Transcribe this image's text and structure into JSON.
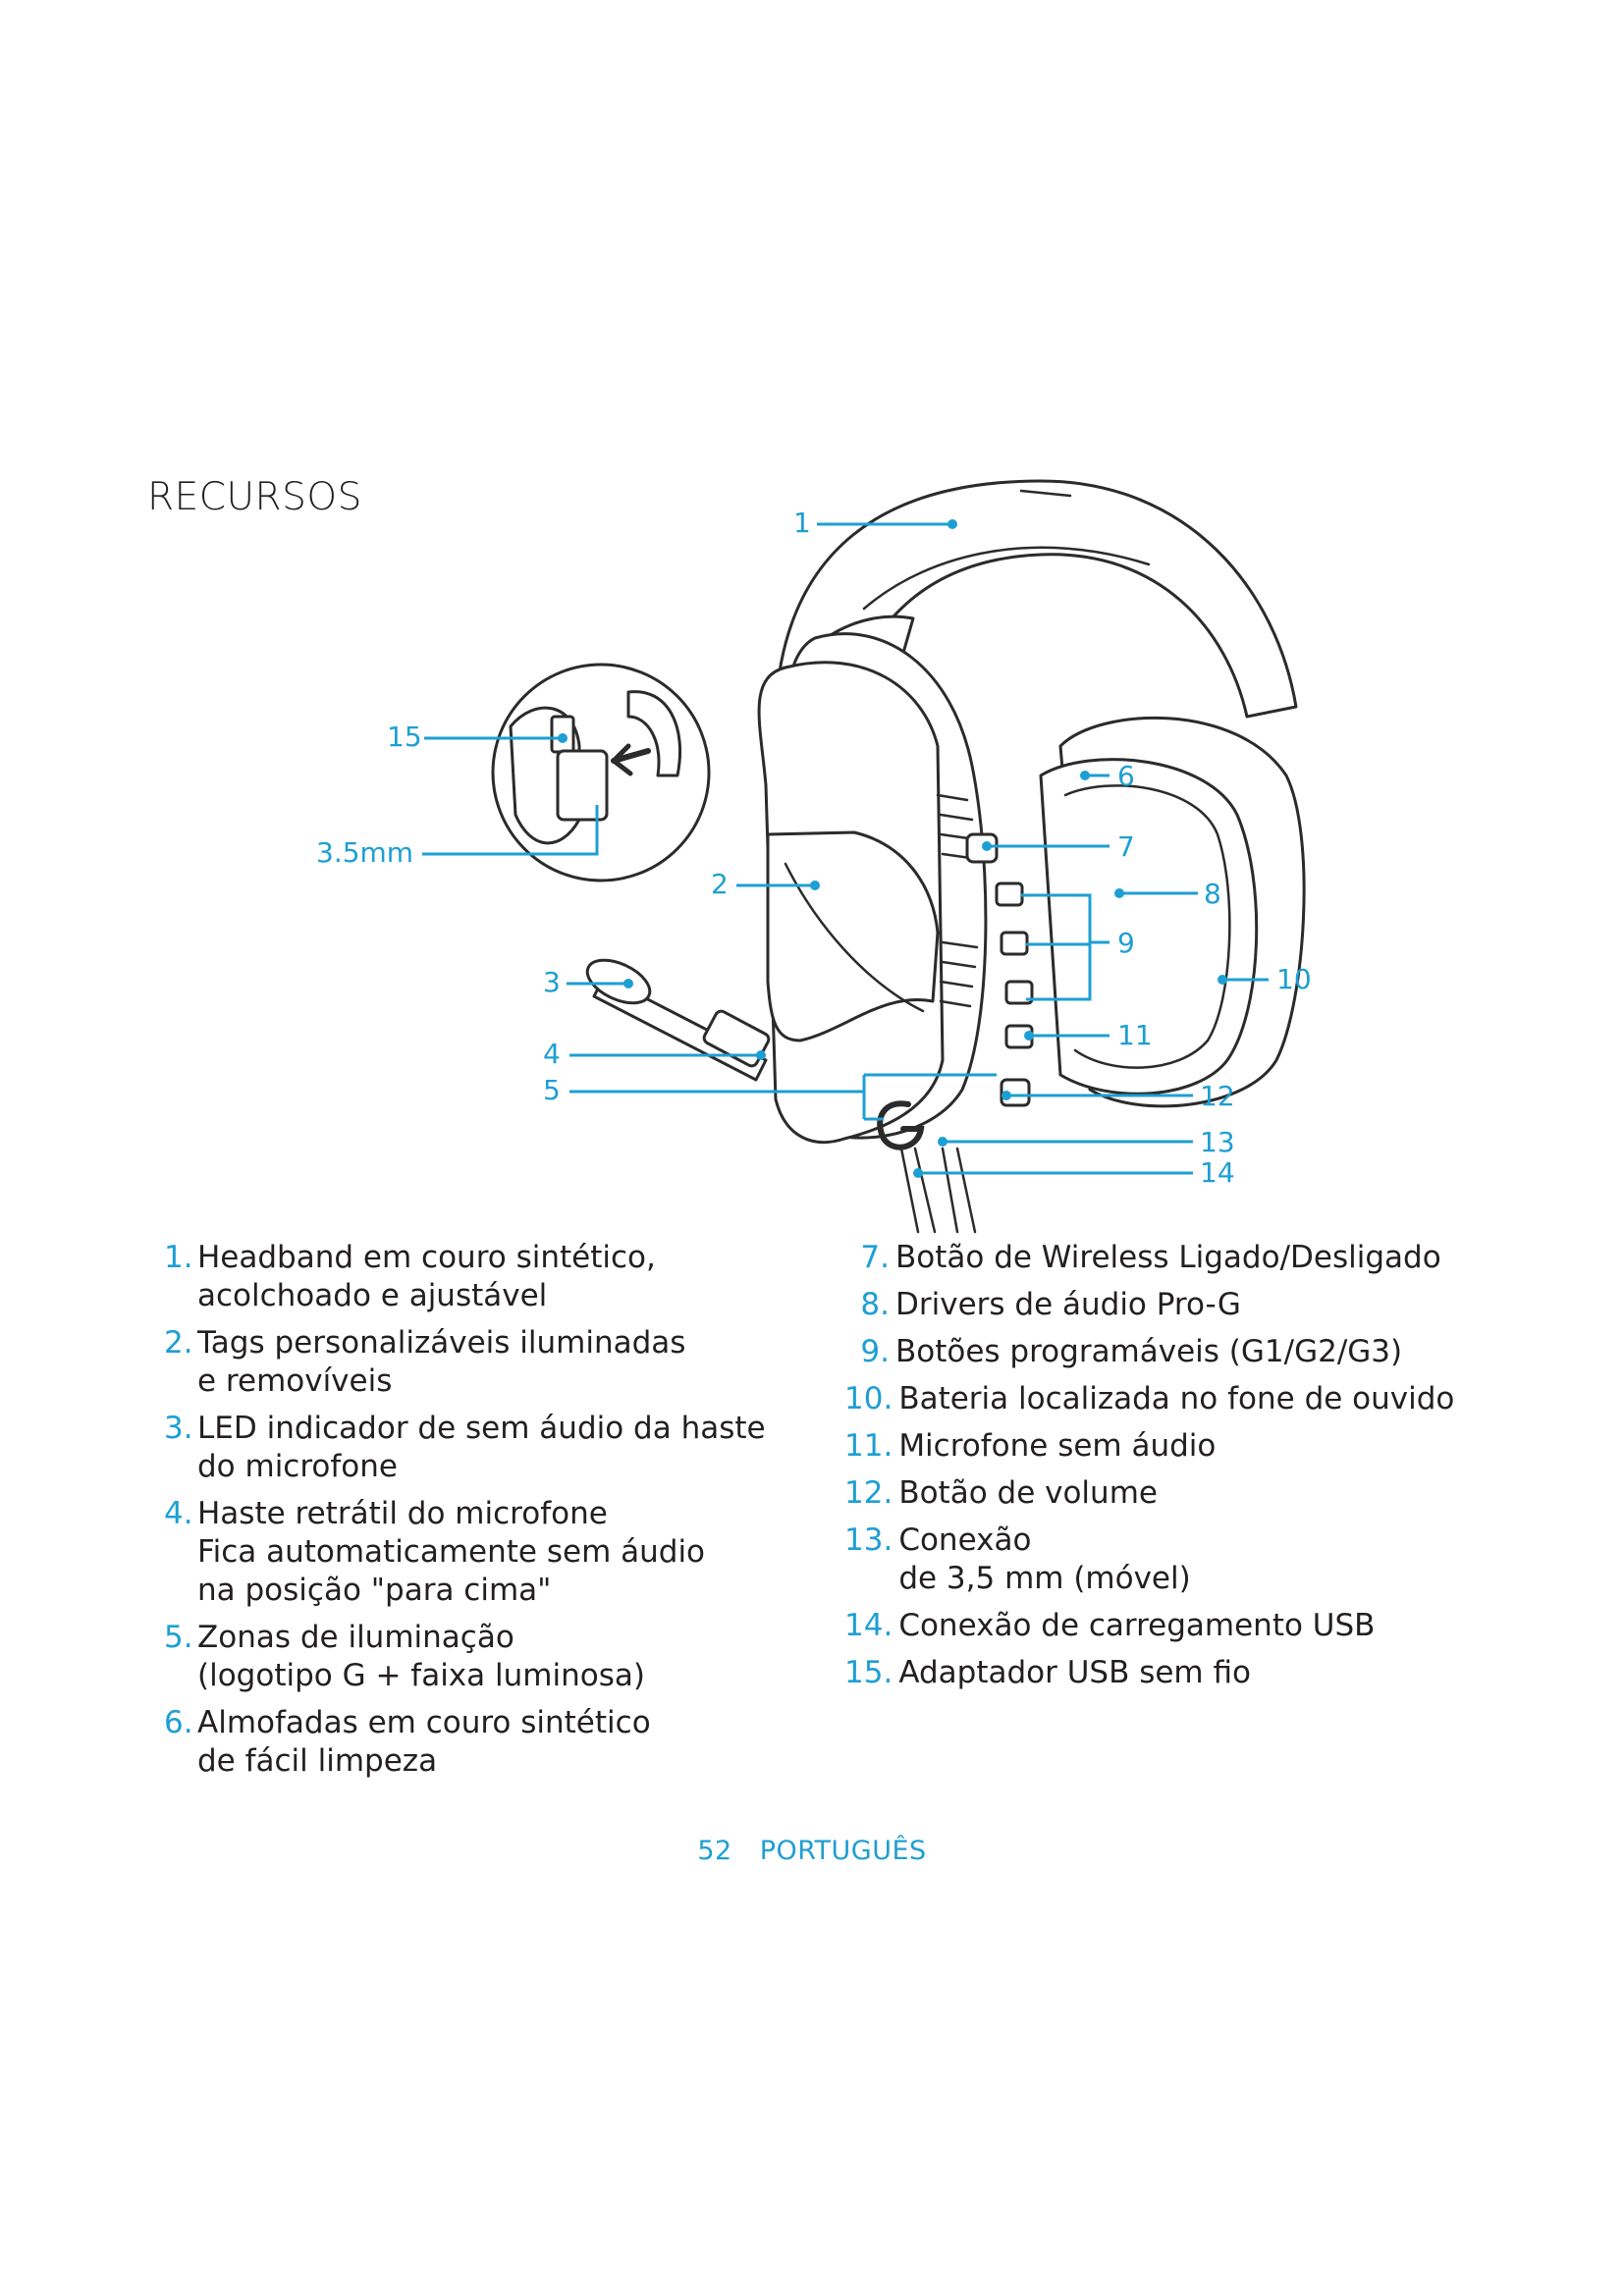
{
  "page": {
    "title": "RECURSOS",
    "page_number": "52",
    "language": "PORTUGUÊS"
  },
  "diagram": {
    "callouts": [
      {
        "label": "1"
      },
      {
        "label": "2"
      },
      {
        "label": "3"
      },
      {
        "label": "4"
      },
      {
        "label": "5"
      },
      {
        "label": "6"
      },
      {
        "label": "7"
      },
      {
        "label": "8"
      },
      {
        "label": "9"
      },
      {
        "label": "10"
      },
      {
        "label": "11"
      },
      {
        "label": "12"
      },
      {
        "label": "13"
      },
      {
        "label": "14"
      },
      {
        "label": "15"
      },
      {
        "label": "3.5mm"
      }
    ]
  },
  "features_left": [
    {
      "num": "1.",
      "text": "Headband em couro sintético,\n  acolchoado e ajustável"
    },
    {
      "num": "2.",
      "text": "Tags personalizáveis iluminadas\n  e removíveis"
    },
    {
      "num": "3.",
      "text": "LED indicador de sem áudio da haste\n  do microfone"
    },
    {
      "num": "4.",
      "text": "Haste retrátil do microfone\n  Fica automaticamente sem áudio\n  na posição \"para cima\""
    },
    {
      "num": "5.",
      "text": "Zonas de iluminação\n  (logotipo G + faixa luminosa)"
    },
    {
      "num": "6.",
      "text": "Almofadas em couro sintético\n  de fácil limpeza"
    }
  ],
  "features_right": [
    {
      "num": "7.",
      "text": "Botão de Wireless Ligado/Desligado"
    },
    {
      "num": "8.",
      "text": "Drivers de áudio Pro-G"
    },
    {
      "num": "9.",
      "text": "Botões programáveis (G1/G2/G3)"
    },
    {
      "num": "10.",
      "text": "Bateria localizada no fone de ouvido"
    },
    {
      "num": "11.",
      "text": " Microfone sem áudio"
    },
    {
      "num": "12.",
      "text": "Botão de volume"
    },
    {
      "num": "13.",
      "text": "Conexão\n  de 3,5 mm (móvel)"
    },
    {
      "num": "14.",
      "text": "Conexão de carregamento USB"
    },
    {
      "num": "15.",
      "text": "Adaptador USB sem fio"
    }
  ]
}
